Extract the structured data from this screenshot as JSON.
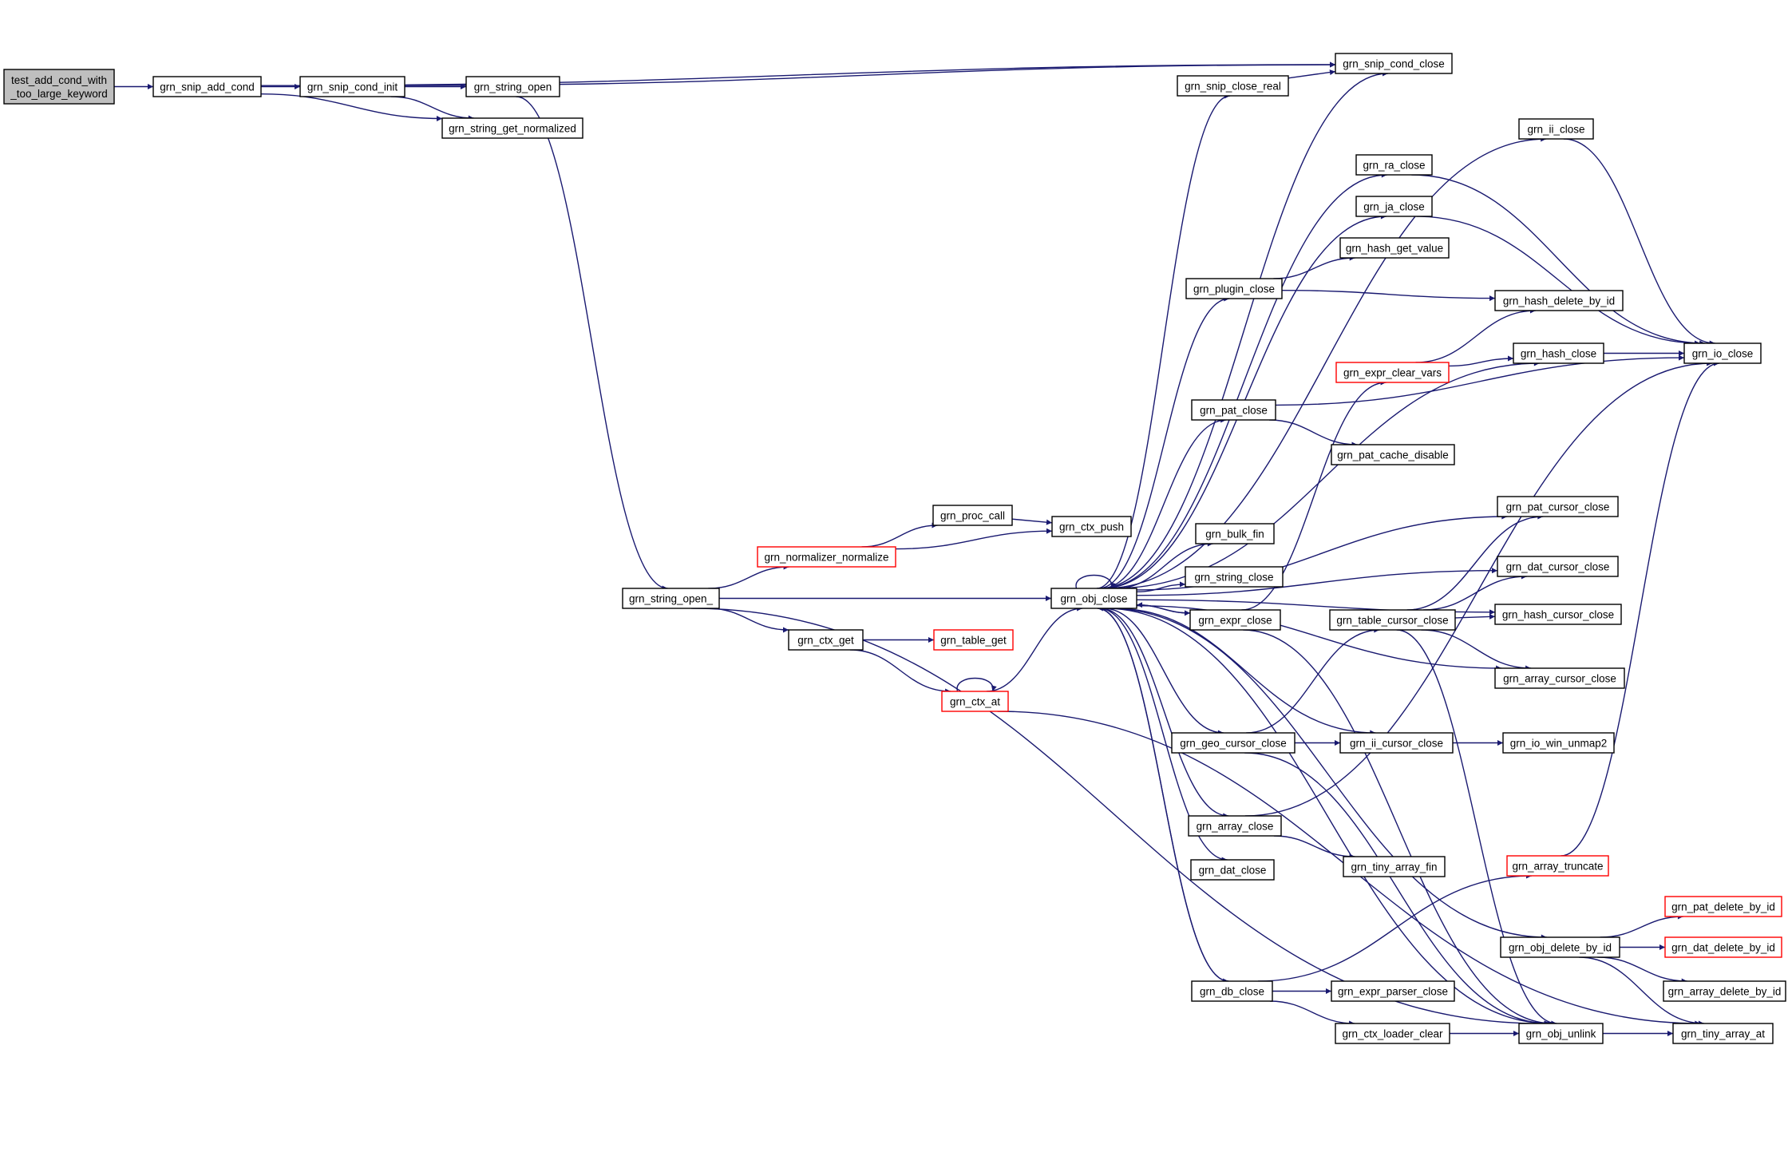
{
  "diagram": {
    "type": "call-graph",
    "colors": {
      "edge": "#191970",
      "node_border": "#000000",
      "node_border_truncated": "#ff0000",
      "root_fill": "#bfbfbf",
      "node_fill": "#ffffff",
      "background": "#ffffff"
    },
    "nodes": [
      {
        "id": "root",
        "lines": [
          "test_add_cond_with",
          "_too_large_keyword"
        ],
        "style": "root"
      },
      {
        "id": "snip_add_cond",
        "lines": [
          "grn_snip_add_cond"
        ],
        "style": "normal"
      },
      {
        "id": "snip_cond_init",
        "lines": [
          "grn_snip_cond_init"
        ],
        "style": "normal"
      },
      {
        "id": "string_open",
        "lines": [
          "grn_string_open"
        ],
        "style": "normal"
      },
      {
        "id": "string_get_normalized",
        "lines": [
          "grn_string_get_normalized"
        ],
        "style": "normal"
      },
      {
        "id": "snip_cond_close",
        "lines": [
          "grn_snip_cond_close"
        ],
        "style": "normal"
      },
      {
        "id": "snip_close_real",
        "lines": [
          "grn_snip_close_real"
        ],
        "style": "normal"
      },
      {
        "id": "string_open_",
        "lines": [
          "grn_string_open_"
        ],
        "style": "normal"
      },
      {
        "id": "normalizer_normalize",
        "lines": [
          "grn_normalizer_normalize"
        ],
        "style": "red"
      },
      {
        "id": "proc_call",
        "lines": [
          "grn_proc_call"
        ],
        "style": "normal"
      },
      {
        "id": "ctx_push",
        "lines": [
          "grn_ctx_push"
        ],
        "style": "normal"
      },
      {
        "id": "ctx_get",
        "lines": [
          "grn_ctx_get"
        ],
        "style": "normal"
      },
      {
        "id": "table_get",
        "lines": [
          "grn_table_get"
        ],
        "style": "red"
      },
      {
        "id": "ctx_at",
        "lines": [
          "grn_ctx_at"
        ],
        "style": "red"
      },
      {
        "id": "obj_close",
        "lines": [
          "grn_obj_close"
        ],
        "style": "normal"
      },
      {
        "id": "ii_close",
        "lines": [
          "grn_ii_close"
        ],
        "style": "normal"
      },
      {
        "id": "ra_close",
        "lines": [
          "grn_ra_close"
        ],
        "style": "normal"
      },
      {
        "id": "ja_close",
        "lines": [
          "grn_ja_close"
        ],
        "style": "normal"
      },
      {
        "id": "hash_get_value",
        "lines": [
          "grn_hash_get_value"
        ],
        "style": "normal"
      },
      {
        "id": "plugin_close",
        "lines": [
          "grn_plugin_close"
        ],
        "style": "normal"
      },
      {
        "id": "hash_delete_by_id",
        "lines": [
          "grn_hash_delete_by_id"
        ],
        "style": "normal"
      },
      {
        "id": "io_close",
        "lines": [
          "grn_io_close"
        ],
        "style": "normal"
      },
      {
        "id": "expr_clear_vars",
        "lines": [
          "grn_expr_clear_vars"
        ],
        "style": "red"
      },
      {
        "id": "hash_close",
        "lines": [
          "grn_hash_close"
        ],
        "style": "normal"
      },
      {
        "id": "pat_close",
        "lines": [
          "grn_pat_close"
        ],
        "style": "normal"
      },
      {
        "id": "pat_cache_disable",
        "lines": [
          "grn_pat_cache_disable"
        ],
        "style": "normal"
      },
      {
        "id": "pat_cursor_close",
        "lines": [
          "grn_pat_cursor_close"
        ],
        "style": "normal"
      },
      {
        "id": "bulk_fin",
        "lines": [
          "grn_bulk_fin"
        ],
        "style": "normal"
      },
      {
        "id": "dat_cursor_close",
        "lines": [
          "grn_dat_cursor_close"
        ],
        "style": "normal"
      },
      {
        "id": "string_close",
        "lines": [
          "grn_string_close"
        ],
        "style": "normal"
      },
      {
        "id": "expr_close",
        "lines": [
          "grn_expr_close"
        ],
        "style": "normal"
      },
      {
        "id": "table_cursor_close",
        "lines": [
          "grn_table_cursor_close"
        ],
        "style": "normal"
      },
      {
        "id": "hash_cursor_close",
        "lines": [
          "grn_hash_cursor_close"
        ],
        "style": "normal"
      },
      {
        "id": "array_cursor_close",
        "lines": [
          "grn_array_cursor_close"
        ],
        "style": "normal"
      },
      {
        "id": "geo_cursor_close",
        "lines": [
          "grn_geo_cursor_close"
        ],
        "style": "normal"
      },
      {
        "id": "ii_cursor_close",
        "lines": [
          "grn_ii_cursor_close"
        ],
        "style": "normal"
      },
      {
        "id": "io_win_unmap2",
        "lines": [
          "grn_io_win_unmap2"
        ],
        "style": "normal"
      },
      {
        "id": "array_close",
        "lines": [
          "grn_array_close"
        ],
        "style": "normal"
      },
      {
        "id": "array_truncate",
        "lines": [
          "grn_array_truncate"
        ],
        "style": "red"
      },
      {
        "id": "dat_close",
        "lines": [
          "grn_dat_close"
        ],
        "style": "normal"
      },
      {
        "id": "tiny_array_fin",
        "lines": [
          "grn_tiny_array_fin"
        ],
        "style": "normal"
      },
      {
        "id": "pat_delete_by_id",
        "lines": [
          "grn_pat_delete_by_id"
        ],
        "style": "red"
      },
      {
        "id": "obj_delete_by_id",
        "lines": [
          "grn_obj_delete_by_id"
        ],
        "style": "normal"
      },
      {
        "id": "dat_delete_by_id",
        "lines": [
          "grn_dat_delete_by_id"
        ],
        "style": "red"
      },
      {
        "id": "array_delete_by_id",
        "lines": [
          "grn_array_delete_by_id"
        ],
        "style": "normal"
      },
      {
        "id": "db_close",
        "lines": [
          "grn_db_close"
        ],
        "style": "normal"
      },
      {
        "id": "expr_parser_close",
        "lines": [
          "grn_expr_parser_close"
        ],
        "style": "normal"
      },
      {
        "id": "ctx_loader_clear",
        "lines": [
          "grn_ctx_loader_clear"
        ],
        "style": "normal"
      },
      {
        "id": "obj_unlink",
        "lines": [
          "grn_obj_unlink"
        ],
        "style": "normal"
      },
      {
        "id": "tiny_array_at",
        "lines": [
          "grn_tiny_array_at"
        ],
        "style": "normal"
      }
    ],
    "edges": [
      [
        "root",
        "snip_add_cond"
      ],
      [
        "snip_add_cond",
        "snip_cond_init"
      ],
      [
        "snip_add_cond",
        "snip_cond_close"
      ],
      [
        "snip_add_cond",
        "string_get_normalized"
      ],
      [
        "snip_cond_init",
        "string_open"
      ],
      [
        "snip_cond_init",
        "string_get_normalized"
      ],
      [
        "snip_cond_init",
        "snip_cond_close"
      ],
      [
        "string_open",
        "string_open_"
      ],
      [
        "string_open_",
        "normalizer_normalize"
      ],
      [
        "string_open_",
        "obj_close"
      ],
      [
        "string_open_",
        "ctx_get"
      ],
      [
        "string_open_",
        "obj_unlink"
      ],
      [
        "normalizer_normalize",
        "proc_call"
      ],
      [
        "normalizer_normalize",
        "ctx_push"
      ],
      [
        "proc_call",
        "ctx_push"
      ],
      [
        "ctx_get",
        "table_get"
      ],
      [
        "ctx_get",
        "ctx_at"
      ],
      [
        "ctx_at",
        "ctx_at"
      ],
      [
        "ctx_at",
        "obj_close"
      ],
      [
        "ctx_at",
        "tiny_array_at"
      ],
      [
        "obj_close",
        "obj_close"
      ],
      [
        "obj_close",
        "snip_close_real"
      ],
      [
        "obj_close",
        "snip_cond_close"
      ],
      [
        "obj_close",
        "ii_close"
      ],
      [
        "obj_close",
        "ra_close"
      ],
      [
        "obj_close",
        "ja_close"
      ],
      [
        "obj_close",
        "plugin_close"
      ],
      [
        "obj_close",
        "hash_close"
      ],
      [
        "obj_close",
        "pat_close"
      ],
      [
        "obj_close",
        "pat_cursor_close"
      ],
      [
        "obj_close",
        "dat_cursor_close"
      ],
      [
        "obj_close",
        "bulk_fin"
      ],
      [
        "obj_close",
        "string_close"
      ],
      [
        "obj_close",
        "expr_close"
      ],
      [
        "obj_close",
        "hash_cursor_close"
      ],
      [
        "obj_close",
        "array_cursor_close"
      ],
      [
        "obj_close",
        "geo_cursor_close"
      ],
      [
        "obj_close",
        "ii_cursor_close"
      ],
      [
        "obj_close",
        "array_close"
      ],
      [
        "obj_close",
        "dat_close"
      ],
      [
        "obj_close",
        "obj_delete_by_id"
      ],
      [
        "obj_close",
        "db_close"
      ],
      [
        "obj_close",
        "obj_unlink"
      ],
      [
        "snip_close_real",
        "snip_cond_close"
      ],
      [
        "ii_close",
        "io_close"
      ],
      [
        "ra_close",
        "io_close"
      ],
      [
        "ja_close",
        "io_close"
      ],
      [
        "plugin_close",
        "hash_get_value"
      ],
      [
        "plugin_close",
        "hash_delete_by_id"
      ],
      [
        "expr_clear_vars",
        "hash_delete_by_id"
      ],
      [
        "expr_clear_vars",
        "hash_close"
      ],
      [
        "hash_close",
        "io_close"
      ],
      [
        "pat_close",
        "io_close"
      ],
      [
        "pat_close",
        "pat_cache_disable"
      ],
      [
        "expr_close",
        "obj_close"
      ],
      [
        "expr_close",
        "expr_clear_vars"
      ],
      [
        "expr_close",
        "obj_unlink"
      ],
      [
        "table_cursor_close",
        "pat_cursor_close"
      ],
      [
        "table_cursor_close",
        "dat_cursor_close"
      ],
      [
        "table_cursor_close",
        "hash_cursor_close"
      ],
      [
        "table_cursor_close",
        "array_cursor_close"
      ],
      [
        "table_cursor_close",
        "obj_unlink"
      ],
      [
        "geo_cursor_close",
        "table_cursor_close"
      ],
      [
        "geo_cursor_close",
        "ii_cursor_close"
      ],
      [
        "geo_cursor_close",
        "obj_unlink"
      ],
      [
        "ii_cursor_close",
        "io_win_unmap2"
      ],
      [
        "array_close",
        "io_close"
      ],
      [
        "array_close",
        "tiny_array_fin"
      ],
      [
        "array_truncate",
        "io_close"
      ],
      [
        "obj_delete_by_id",
        "pat_delete_by_id"
      ],
      [
        "obj_delete_by_id",
        "dat_delete_by_id"
      ],
      [
        "obj_delete_by_id",
        "array_delete_by_id"
      ],
      [
        "obj_delete_by_id",
        "tiny_array_at"
      ],
      [
        "db_close",
        "array_truncate"
      ],
      [
        "db_close",
        "expr_parser_close"
      ],
      [
        "db_close",
        "ctx_loader_clear"
      ],
      [
        "db_close",
        "obj_close"
      ],
      [
        "ctx_loader_clear",
        "obj_unlink"
      ],
      [
        "obj_unlink",
        "tiny_array_at"
      ]
    ]
  }
}
